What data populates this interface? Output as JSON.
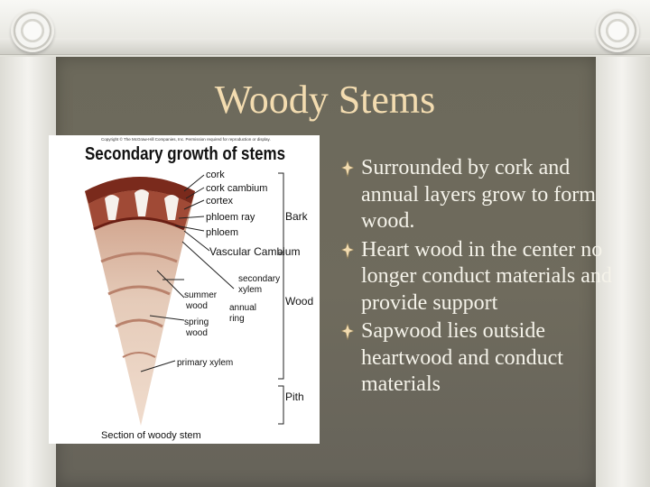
{
  "slide": {
    "title": "Woody Stems",
    "bullets": [
      "Surrounded by cork and annual layers grow to form wood.",
      "Heart wood in the center no longer conduct materials and provide support",
      "Sapwood lies outside heartwood and conduct materials"
    ],
    "bullet_icon": "fleur-bullet-icon"
  },
  "figure": {
    "copyright": "Copyright © The McGraw-Hill Companies, Inc. Permission required for reproduction or display.",
    "heading": "Secondary growth of stems",
    "labels": {
      "cork": "cork",
      "cork_cambium": "cork cambium",
      "cortex": "cortex",
      "phloem_ray": "phloem ray",
      "phloem": "phloem",
      "bark": "Bark",
      "vascular_cambium": "Vascular Cambium",
      "secondary_xylem_1": "secondary",
      "secondary_xylem_2": "xylem",
      "summer_wood_1": "summer",
      "summer_wood_2": "wood",
      "annual_ring_1": "annual",
      "annual_ring_2": "ring",
      "wood": "Wood",
      "spring_wood_1": "spring",
      "spring_wood_2": "wood",
      "primary_xylem": "primary xylem",
      "pith": "Pith",
      "caption": "Section of woody stem"
    }
  },
  "colors": {
    "title": "#f3dcb0",
    "panel": "#6e6a5c",
    "text": "#f5f3ea"
  }
}
